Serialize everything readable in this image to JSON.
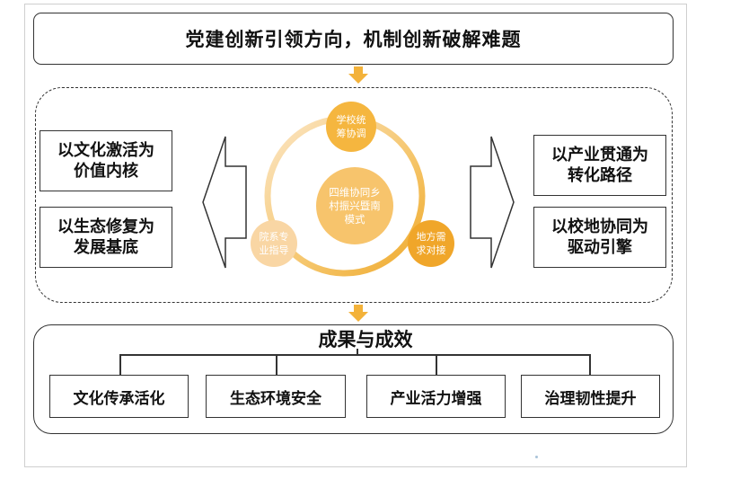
{
  "header": {
    "title": "党建创新引领方向，机制创新破解难题"
  },
  "center": {
    "core": "四维协同乡村振兴暨南模式",
    "nodes": [
      {
        "label": "学校统筹协调"
      },
      {
        "label": "院系专业指导"
      },
      {
        "label": "地方需求对接"
      }
    ]
  },
  "left_items": [
    {
      "label": "以文化激活为价值内核"
    },
    {
      "label": "以生态修复为发展基底"
    }
  ],
  "right_items": [
    {
      "label": "以产业贯通为转化路径"
    },
    {
      "label": "以校地协同为驱动引擎"
    }
  ],
  "results": {
    "title": "成果与成效",
    "items": [
      {
        "label": "文化传承活化"
      },
      {
        "label": "生态环境安全"
      },
      {
        "label": "产业活力增强"
      },
      {
        "label": "治理韧性提升"
      }
    ]
  },
  "colors": {
    "accent": "#f3b23a",
    "accent_light": "#f9d9a6",
    "core": "#f7c46c",
    "border": "#333333"
  }
}
